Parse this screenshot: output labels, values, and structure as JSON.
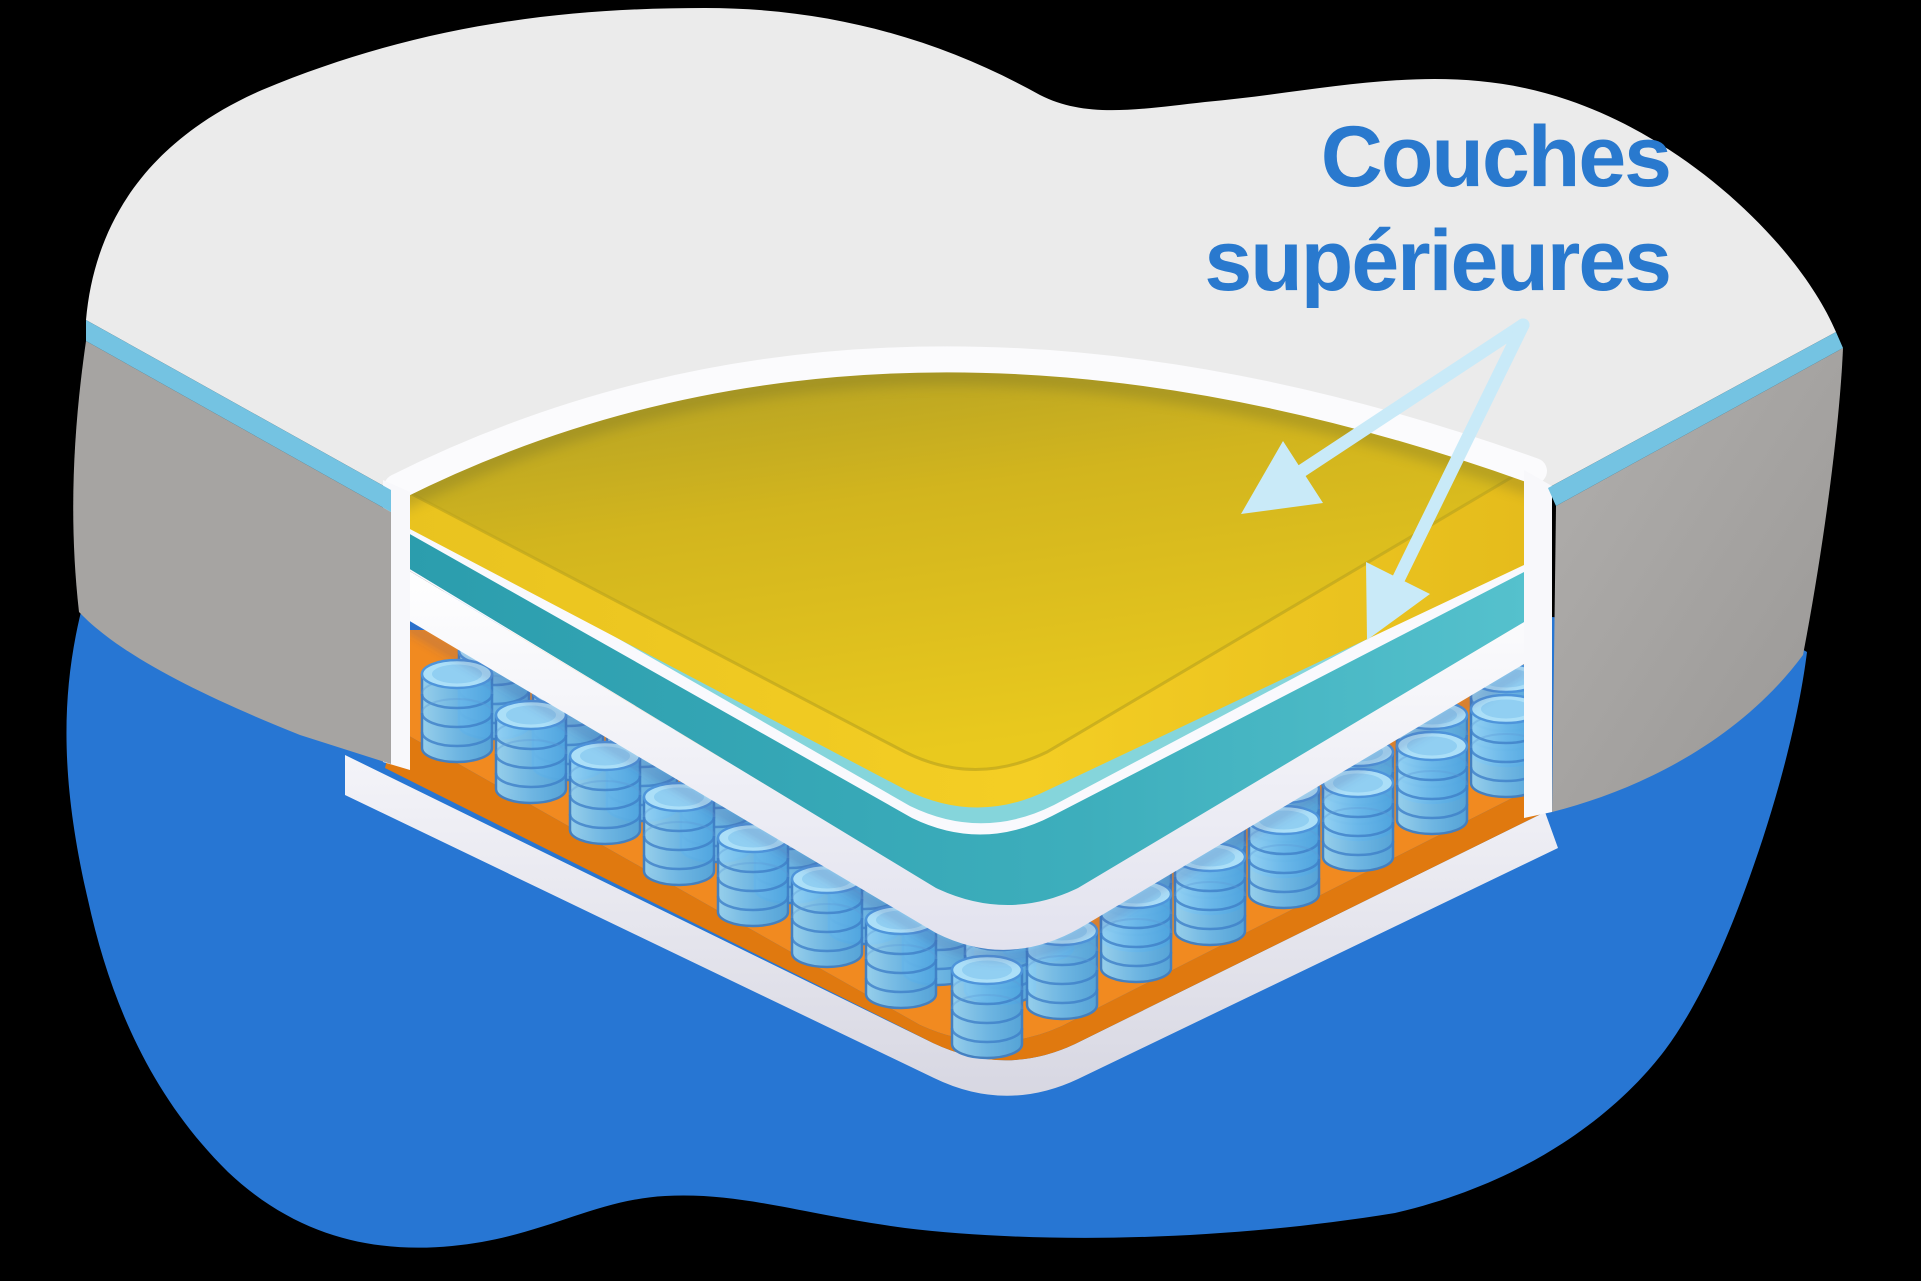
{
  "diagram": {
    "type": "mattress-cutaway-illustration",
    "label": {
      "line1": "Couches",
      "line2": "supérieures"
    },
    "layers": [
      {
        "id": "cover",
        "desc": "fabric top cover"
      },
      {
        "id": "yellow-comfort-layer",
        "desc": "top foam layer (yellow)"
      },
      {
        "id": "teal-transition-layer",
        "desc": "second foam layer (teal)"
      },
      {
        "id": "white-foam-layer",
        "desc": "third foam layer (white)"
      },
      {
        "id": "pocket-springs",
        "desc": "blue coil springs"
      },
      {
        "id": "orange-base-layer",
        "desc": "spring base (orange)"
      },
      {
        "id": "white-base-layer",
        "desc": "bottom base (white)"
      }
    ],
    "arrows": [
      {
        "points_to": "yellow-comfort-layer"
      },
      {
        "points_to": "teal-transition-layer"
      }
    ]
  },
  "colors": {
    "canvas": "#000000",
    "background_blob": "#2776D3",
    "mattress_cover": "#EBEBEB",
    "cover_rim": "#FBFBFD",
    "edge_stripe": "#74C3E2",
    "side_panel": "#A6A4A2",
    "cut_face_white": "#F8F8FB",
    "layer_yellow": "#DDBE1E",
    "layer_yellow_front": "#F0C822",
    "layer_teal": "#35A9B8",
    "layer_teal_top": "#85D5DB",
    "layer_white": "#F7F7FC",
    "spring_blue": "#6AB8EA",
    "spring_ring": "#3E7FC8",
    "spring_base_orange": "#F18A20",
    "spring_base_orange_front": "#E0790F",
    "base_white": "#ECECF3",
    "label_text": "#2979CE",
    "arrow_blue": "#C9EAF8"
  }
}
